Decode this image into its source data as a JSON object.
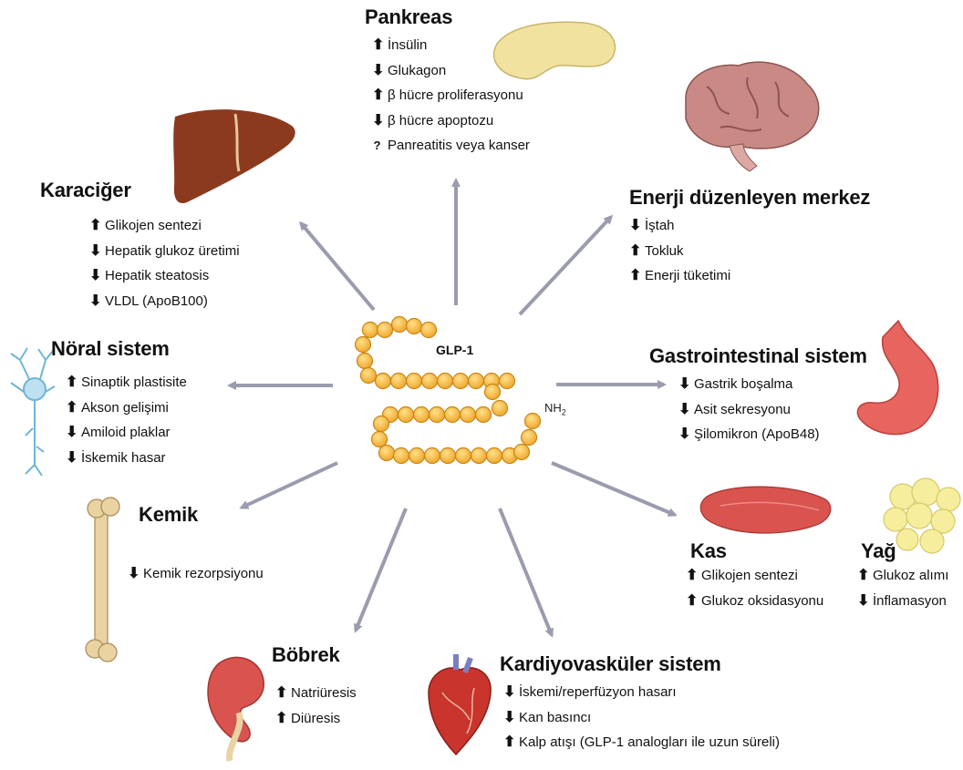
{
  "center": {
    "label": "GLP-1",
    "terminal": "NH",
    "terminal_sub": "2"
  },
  "organs": {
    "pankreas": {
      "title": "Pankreas",
      "effects": [
        {
          "dir": "up",
          "text": "İnsülin"
        },
        {
          "dir": "down",
          "text": "Glukagon"
        },
        {
          "dir": "up",
          "text": "β hücre proliferasyonu"
        },
        {
          "dir": "down",
          "text": "β hücre apoptozu"
        },
        {
          "dir": "unknown",
          "text": "Panreatitis veya kanser"
        }
      ]
    },
    "karaciger": {
      "title": "Karaciğer",
      "effects": [
        {
          "dir": "up",
          "text": "Glikojen sentezi"
        },
        {
          "dir": "down",
          "text": "Hepatik glukoz üretimi"
        },
        {
          "dir": "down",
          "text": "Hepatik steatosis"
        },
        {
          "dir": "down",
          "text": "VLDL (ApoB100)"
        }
      ]
    },
    "enerji": {
      "title": "Enerji düzenleyen merkez",
      "effects": [
        {
          "dir": "down",
          "text": "İştah"
        },
        {
          "dir": "up",
          "text": "Tokluk"
        },
        {
          "dir": "up",
          "text": "Enerji tüketimi"
        }
      ]
    },
    "noral": {
      "title": "Nöral sistem",
      "effects": [
        {
          "dir": "up",
          "text": "Sinaptik plastisite"
        },
        {
          "dir": "up",
          "text": "Akson gelişimi"
        },
        {
          "dir": "down",
          "text": "Amiloid plaklar"
        },
        {
          "dir": "down",
          "text": "İskemik hasar"
        }
      ]
    },
    "gastro": {
      "title": "Gastrointestinal sistem",
      "effects": [
        {
          "dir": "down",
          "text": "Gastrik boşalma"
        },
        {
          "dir": "down",
          "text": "Asit sekresyonu"
        },
        {
          "dir": "down",
          "text": "Şilomikron (ApoB48)"
        }
      ]
    },
    "kemik": {
      "title": "Kemik",
      "effects": [
        {
          "dir": "down",
          "text": "Kemik rezorpsiyonu"
        }
      ]
    },
    "kas": {
      "title": "Kas",
      "effects": [
        {
          "dir": "up",
          "text": "Glikojen sentezi"
        },
        {
          "dir": "up",
          "text": "Glukoz oksidasyonu"
        }
      ]
    },
    "yag": {
      "title": "Yağ",
      "effects": [
        {
          "dir": "up",
          "text": "Glukoz alımı"
        },
        {
          "dir": "down",
          "text": "İnflamasyon"
        }
      ]
    },
    "bobrek": {
      "title": "Böbrek",
      "effects": [
        {
          "dir": "up",
          "text": "Natriüresis"
        },
        {
          "dir": "up",
          "text": "Diüresis"
        }
      ]
    },
    "kardiyo": {
      "title": "Kardiyovasküler sistem",
      "effects": [
        {
          "dir": "down",
          "text": "İskemi/reperfüzyon hasarı"
        },
        {
          "dir": "down",
          "text": "Kan basıncı"
        },
        {
          "dir": "up",
          "text": "Kalp atışı (GLP-1 analogları ile uzun süreli)"
        }
      ]
    }
  },
  "glyphs": {
    "up": "⬆",
    "down": "⬇",
    "unknown": "?"
  },
  "colors": {
    "arrow": "#9a9cae",
    "bead": "#f4b43c",
    "bead_stroke": "#c98515",
    "liver": "#8b3a1e",
    "pancreas": "#f2e2a0",
    "brain": "#c98a86",
    "stomach": "#e7645f",
    "muscle": "#d9534f",
    "fat": "#f6ee9c",
    "bone": "#e9d3a3",
    "kidney": "#d9534f",
    "heart": "#c9342c",
    "neuron": "#6fb5d8"
  }
}
